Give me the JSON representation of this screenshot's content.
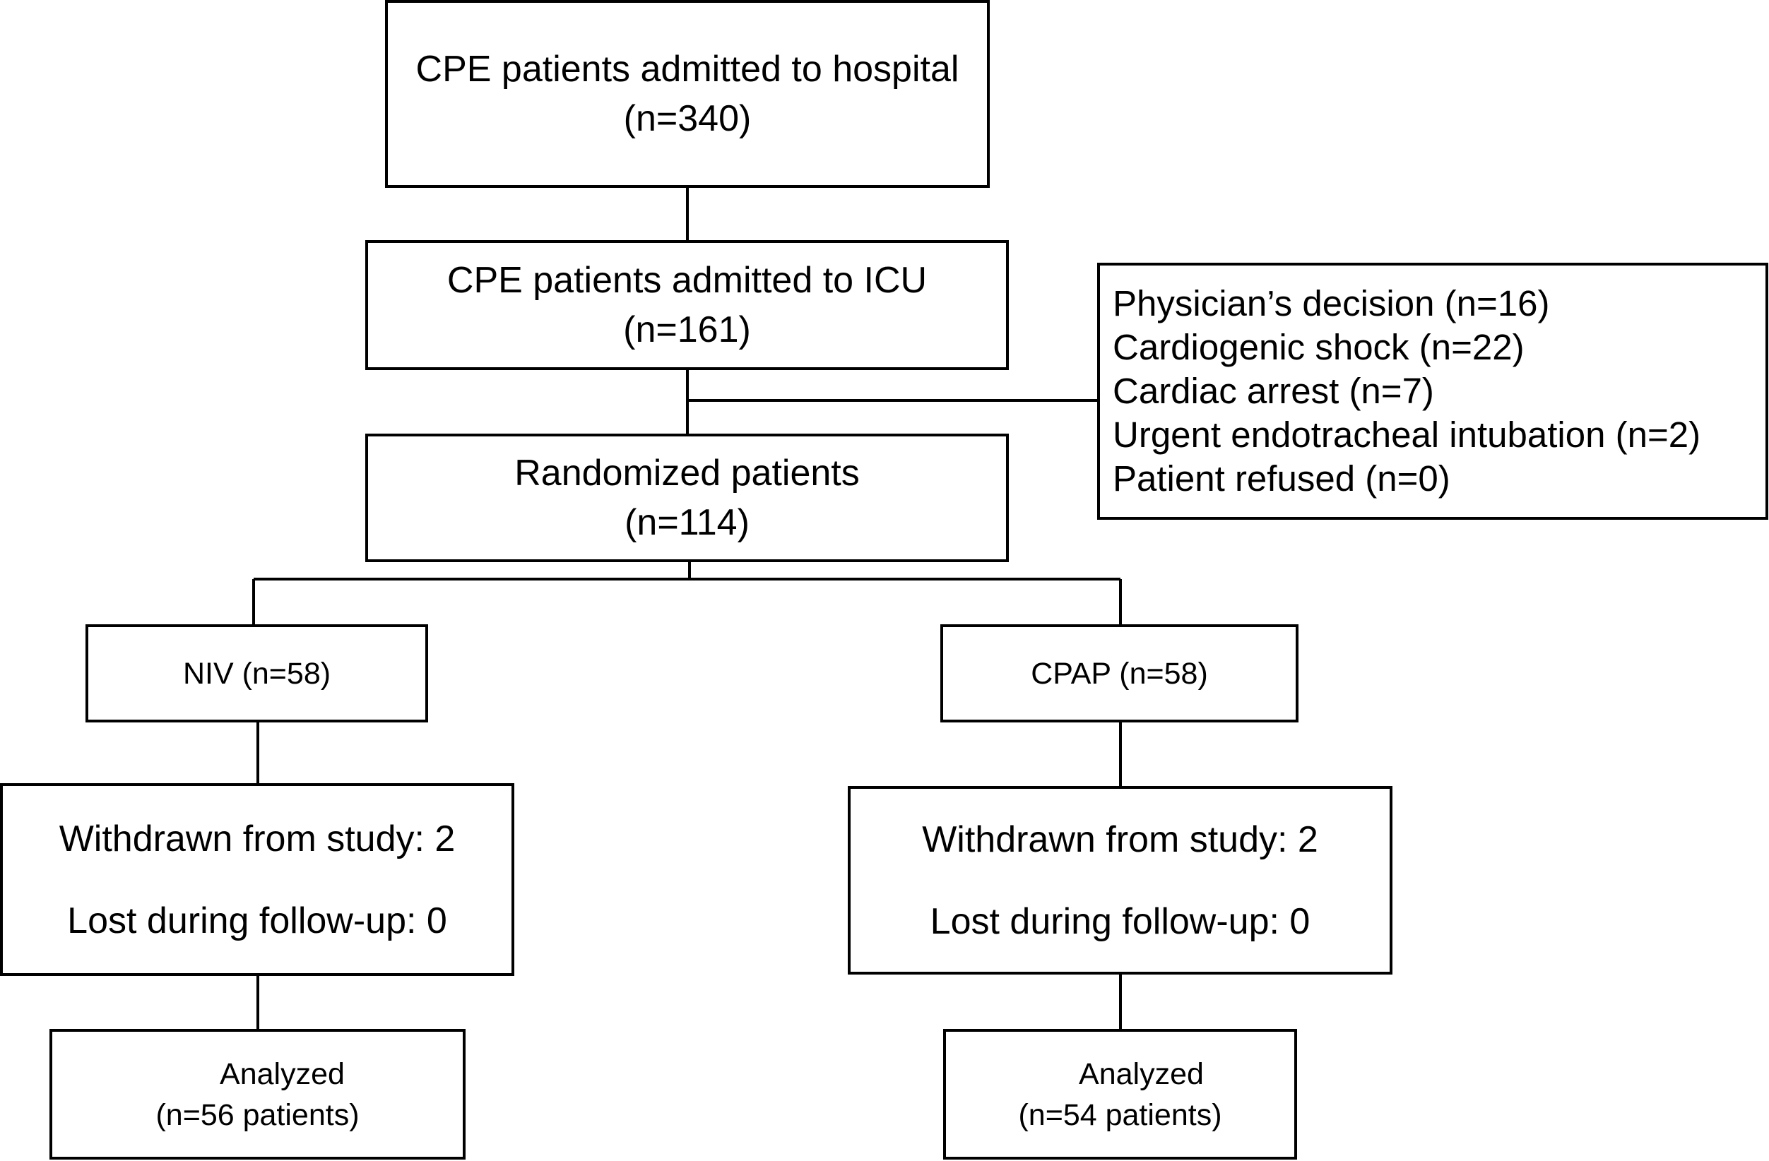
{
  "flowchart": {
    "hospital": {
      "line1": "CPE patients admitted to hospital",
      "line2": "(n=340)"
    },
    "icu": {
      "line1": "CPE patients admitted to ICU",
      "line2": "(n=161)"
    },
    "exclusions": [
      "Physician’s decision (n=16)",
      "Cardiogenic shock (n=22)",
      "Cardiac arrest (n=7)",
      "Urgent endotracheal intubation (n=2)",
      "Patient refused (n=0)"
    ],
    "randomized": {
      "line1": "Randomized patients",
      "line2": "(n=114)"
    },
    "niv": {
      "label": "NIV (n=58)"
    },
    "cpap": {
      "label": "CPAP (n=58)"
    },
    "niv_follow": {
      "withdrawn": "Withdrawn from study: 2",
      "lost": "Lost during follow-up: 0"
    },
    "cpap_follow": {
      "withdrawn": "Withdrawn from study: 2",
      "lost": "Lost during follow-up: 0"
    },
    "niv_analyzed": {
      "line1": "Analyzed",
      "line2": "(n=56 patients)"
    },
    "cpap_analyzed": {
      "line1": "Analyzed",
      "line2": "(n=54 patients)"
    }
  },
  "colors": {
    "line": "#000000",
    "background": "#ffffff"
  }
}
